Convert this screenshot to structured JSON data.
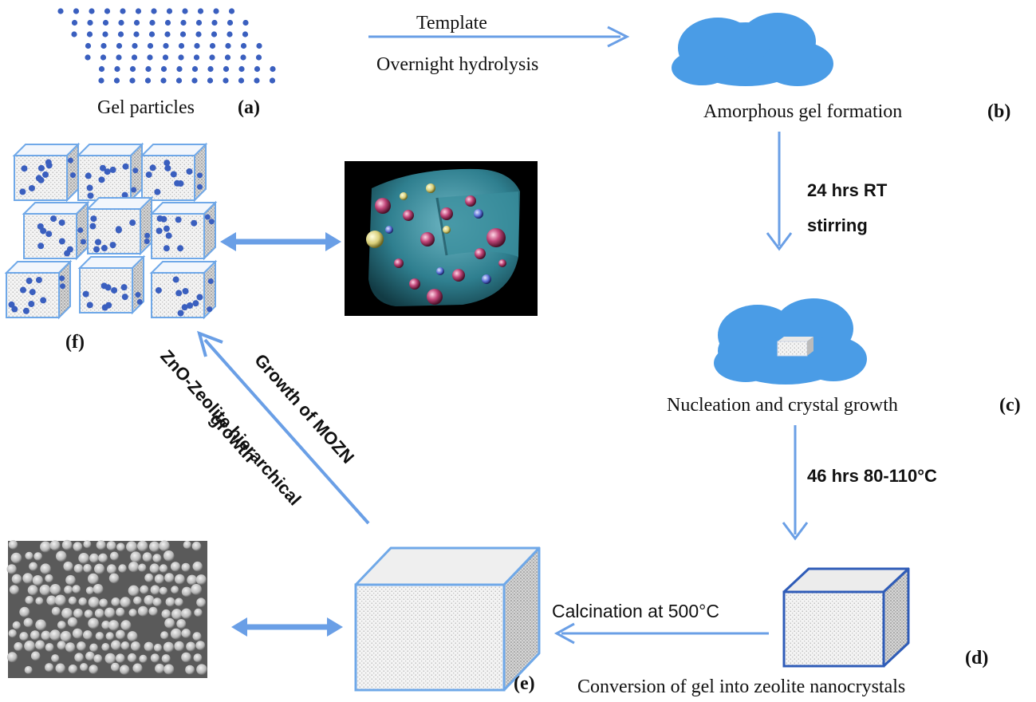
{
  "labels": {
    "gel_particles": "Gel particles",
    "a": "(a)",
    "template": "Template",
    "overnight": "Overnight hydrolysis",
    "amorphous": "Amorphous gel formation",
    "b": "(b)",
    "stir_1": "24 hrs RT",
    "stir_2": "stirring",
    "nucleation": "Nucleation and crystal growth",
    "c": "(c)",
    "heat": "46 hrs 80-110°C",
    "calcination": "Calcination at 500°C",
    "conversion": "Conversion of gel into zeolite nanocrystals",
    "d": "(d)",
    "e": "(e)",
    "f": "(f)",
    "growth_mozn": "Growth of MOZN",
    "zno_1": "ZnO-Zeolite hierarchical",
    "zno_2": "growth"
  },
  "colors": {
    "arrow": "#6a9fe6",
    "dot": "#3a5fbf",
    "cloud": "#4a9ce6",
    "cube_edge": "#6fa8e8",
    "cube_edge_dark": "#2f5cb8",
    "photo_bg": "#000000",
    "sem_bg": "#5a5a5a"
  }
}
